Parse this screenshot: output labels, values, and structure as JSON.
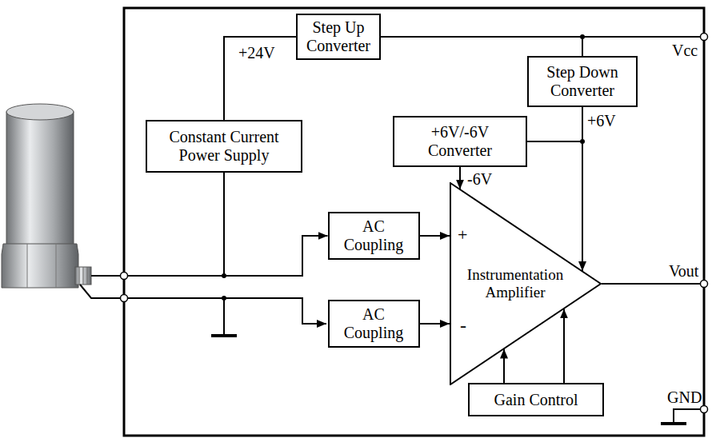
{
  "diagram": {
    "nodes": [
      {
        "text": [
          "Step Up Converter"
        ]
      },
      {
        "text": [
          "Step Down Converter"
        ]
      },
      {
        "text": [
          "+6V/-6V Converter"
        ]
      },
      {
        "text": [
          "Constant Current Power Supply"
        ]
      },
      {
        "text": [
          "AC Coupling"
        ]
      },
      {
        "text": [
          "Instrumentation Amplifier"
        ]
      },
      {
        "text": [
          "AC Coupling"
        ]
      },
      {
        "text": [
          "Gain Control"
        ]
      }
    ],
    "edges": [
      {
        "from": 0,
        "to": 3,
        "arrow": "none"
      },
      {
        "from": 0,
        "to": 1,
        "arrow": "none"
      },
      {
        "from": 1,
        "to": 2,
        "arrow": "none"
      },
      {
        "from": 1,
        "to": 5,
        "arrow": "to"
      },
      {
        "from": 2,
        "to": 5,
        "arrow": "to"
      },
      {
        "from": 3,
        "to": 4,
        "arrow": "to"
      },
      {
        "from": 4,
        "to": 5,
        "arrow": "to"
      },
      {
        "from": 6,
        "to": 5,
        "arrow": "to"
      },
      {
        "from": 7,
        "to": 5,
        "arrow": "to"
      },
      {
        "from": 7,
        "to": 5,
        "arrow": "to"
      }
    ],
    "labels": [
      "+24V",
      "Vcc",
      "+6V",
      "-6V",
      "+",
      "Vout",
      "-",
      "GND"
    ]
  }
}
